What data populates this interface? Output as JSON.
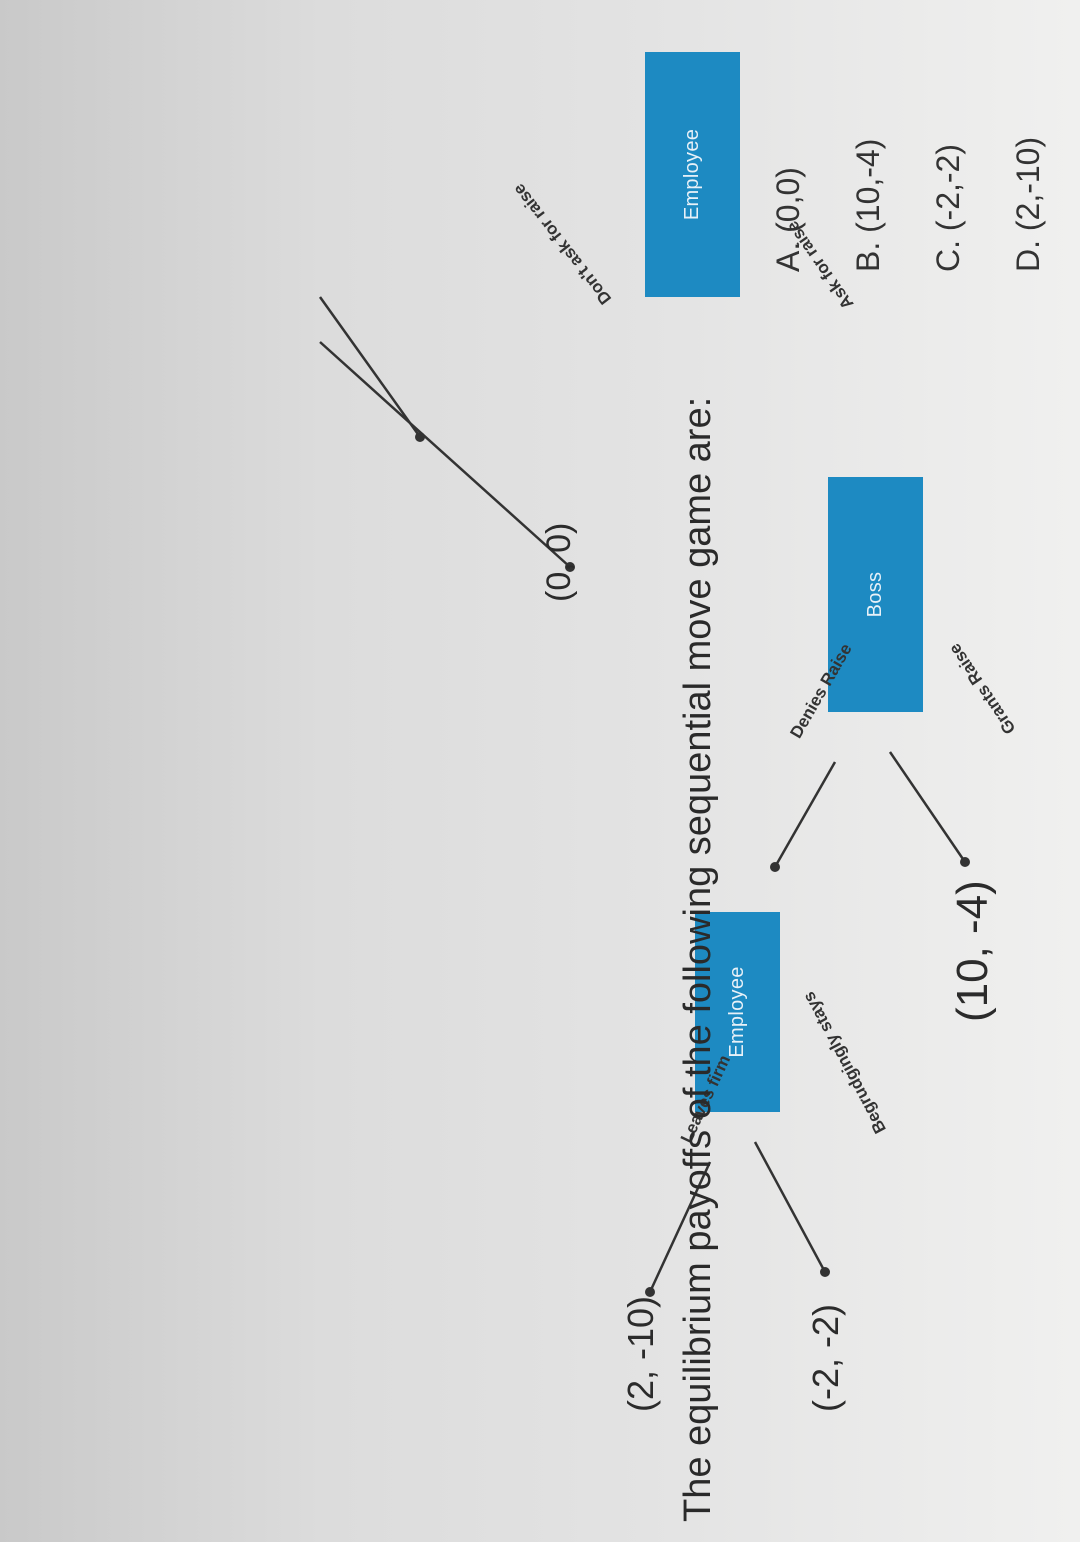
{
  "tree": {
    "nodes": [
      {
        "id": "employee-root",
        "label": "Employee"
      },
      {
        "id": "boss",
        "label": "Boss"
      },
      {
        "id": "employee-second",
        "label": "Employee"
      }
    ],
    "edges": [
      {
        "id": "ask-for-raise",
        "label": "Ask for raise"
      },
      {
        "id": "dont-ask-for-raise",
        "label": "Don't ask for raise"
      },
      {
        "id": "grants-raise",
        "label": "Grants Raise"
      },
      {
        "id": "denies-raise",
        "label": "Denies Raise"
      },
      {
        "id": "begrudgingly-stays",
        "label": "Begrudgingly stays"
      },
      {
        "id": "leaves-firm",
        "label": "Leaves firm"
      }
    ],
    "payoffs": [
      {
        "id": "payoff-0-0",
        "label": "(0, 0)"
      },
      {
        "id": "payoff-10-neg4",
        "label": "(10, -4)"
      },
      {
        "id": "payoff-neg2-neg2",
        "label": "(-2, -2)"
      },
      {
        "id": "payoff-2-neg10",
        "label": "(2, -10)"
      }
    ]
  },
  "question": "The equilibrium payoffs of the following sequential move game are:",
  "options": [
    {
      "label": "A. (0,0)"
    },
    {
      "label": "B. (10,-4)"
    },
    {
      "label": "C. (-2,-2)"
    },
    {
      "label": "D. (2,-10)"
    }
  ],
  "colors": {
    "node_fill": "#1d8ac2",
    "node_text": "#e8f1f8"
  }
}
